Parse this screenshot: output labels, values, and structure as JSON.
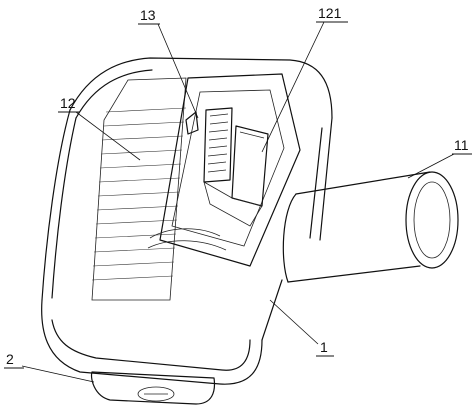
{
  "labels": {
    "label_13": "13",
    "label_121": "121",
    "label_12": "12",
    "label_11": "11",
    "label_1": "1",
    "label_2": "2"
  }
}
